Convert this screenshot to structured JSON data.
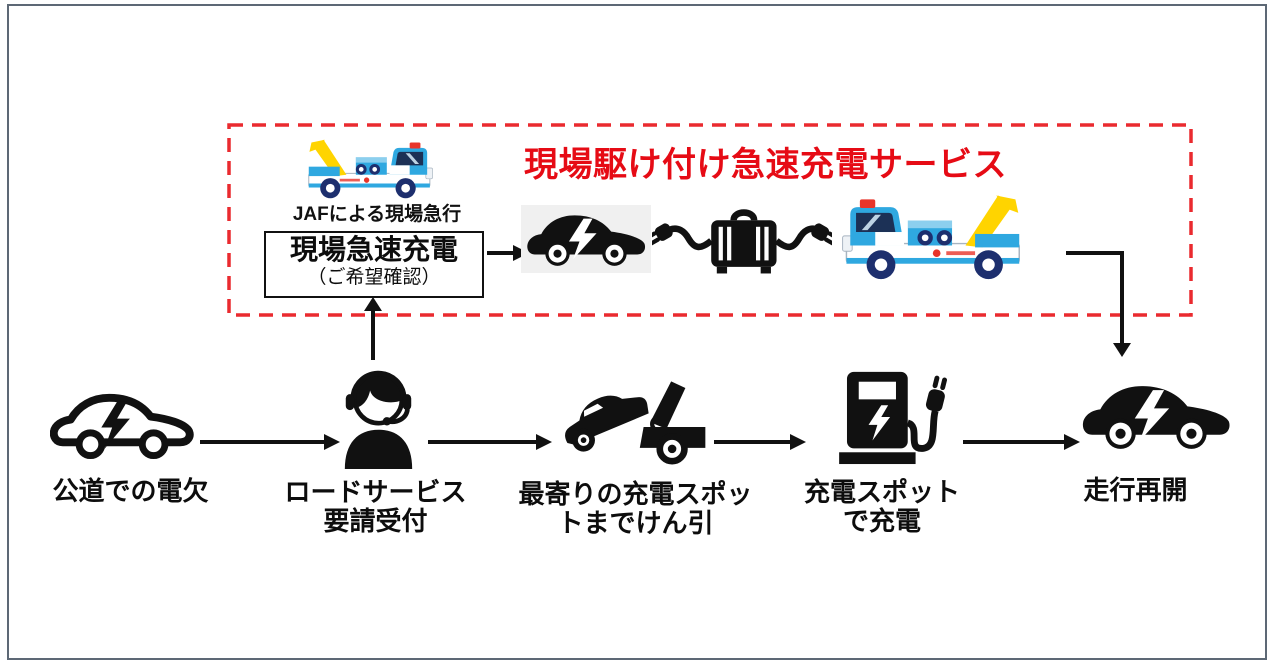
{
  "colors": {
    "accent_red": "#e60b15",
    "dashed_border_red": "#ea2a2f",
    "icon_black": "#111111",
    "frame_grey": "#5d6875",
    "truck_light_blue": "#2fa8e0",
    "truck_navy": "#1d2f6e",
    "truck_yellow": "#ffd400"
  },
  "service_area": {
    "title": "現場駆け付け急速充電サービス",
    "jaf_truck_caption": "JAFによる現場急行",
    "onsite_charge_box": {
      "line1": "現場急速充電",
      "line2": "（ご希望確認）"
    },
    "icons": [
      "jaf-tow-truck",
      "ev-car-solid",
      "portable-quick-charger",
      "jaf-tow-truck-large"
    ]
  },
  "flow": {
    "steps": [
      {
        "label": "公道での電欠",
        "icon": "ev-car-outline"
      },
      {
        "label": "ロードサービス\n要請受付",
        "icon": "call-center-operator"
      },
      {
        "label": "最寄りの充電スポッ\nトまでけん引",
        "icon": "tow-truck-towing-car"
      },
      {
        "label": "充電スポット\nで充電",
        "icon": "ev-charging-station"
      },
      {
        "label": "走行再開",
        "icon": "ev-car-solid"
      }
    ]
  }
}
